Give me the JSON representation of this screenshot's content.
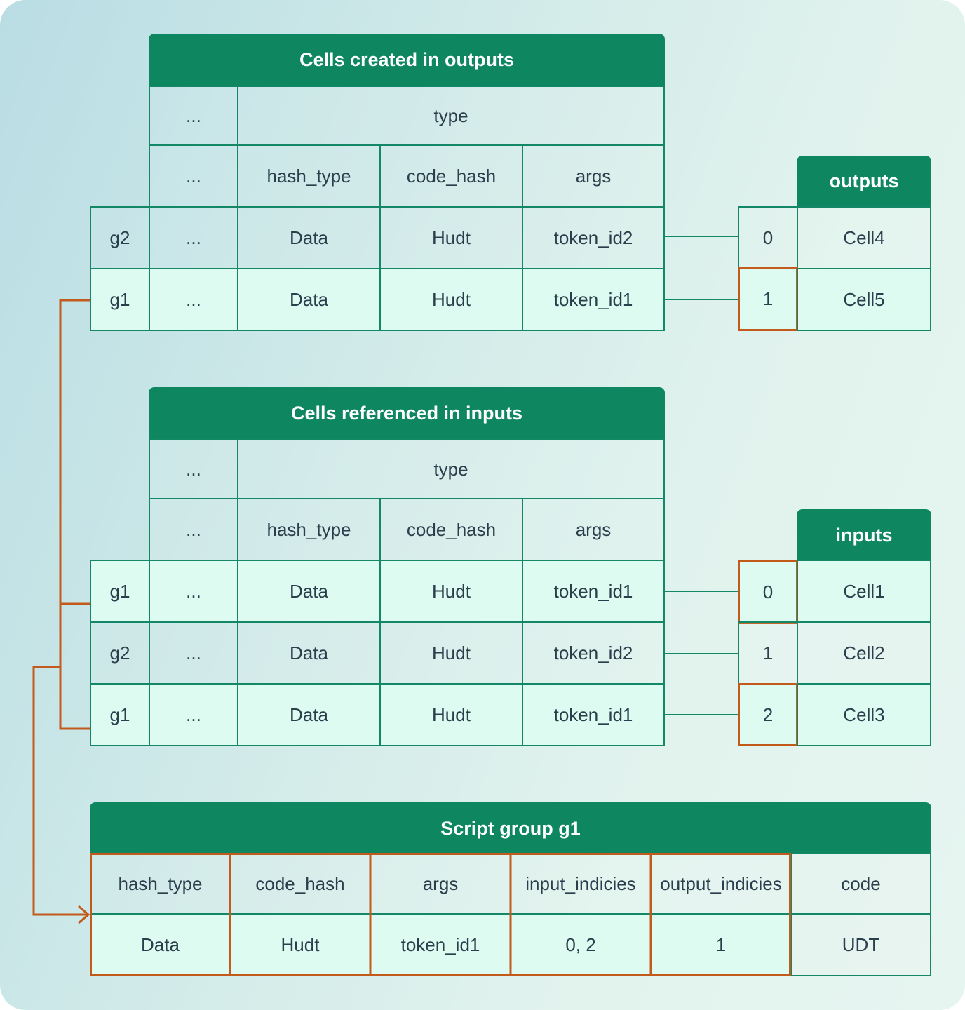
{
  "outputs_table": {
    "title": "Cells created in outputs",
    "col_dots": "...",
    "col_type": "type",
    "sub_cols": [
      "...",
      "hash_type",
      "code_hash",
      "args"
    ],
    "rows": [
      {
        "group": "g2",
        "dots": "...",
        "hash_type": "Data",
        "code_hash": "Hudt",
        "args": "token_id2"
      },
      {
        "group": "g1",
        "dots": "...",
        "hash_type": "Data",
        "code_hash": "Hudt",
        "args": "token_id1"
      }
    ]
  },
  "outputs_list": {
    "title": "outputs",
    "items": [
      {
        "index": "0",
        "cell": "Cell4"
      },
      {
        "index": "1",
        "cell": "Cell5"
      }
    ]
  },
  "inputs_table": {
    "title": "Cells referenced in inputs",
    "col_dots": "...",
    "col_type": "type",
    "sub_cols": [
      "...",
      "hash_type",
      "code_hash",
      "args"
    ],
    "rows": [
      {
        "group": "g1",
        "dots": "...",
        "hash_type": "Data",
        "code_hash": "Hudt",
        "args": "token_id1"
      },
      {
        "group": "g2",
        "dots": "...",
        "hash_type": "Data",
        "code_hash": "Hudt",
        "args": "token_id2"
      },
      {
        "group": "g1",
        "dots": "...",
        "hash_type": "Data",
        "code_hash": "Hudt",
        "args": "token_id1"
      }
    ]
  },
  "inputs_list": {
    "title": "inputs",
    "items": [
      {
        "index": "0",
        "cell": "Cell1"
      },
      {
        "index": "1",
        "cell": "Cell2"
      },
      {
        "index": "2",
        "cell": "Cell3"
      }
    ]
  },
  "script_group": {
    "title": "Script group g1",
    "headers": [
      "hash_type",
      "code_hash",
      "args",
      "input_indicies",
      "output_indicies",
      "code"
    ],
    "values": [
      "Data",
      "Hudt",
      "token_id1",
      "0, 2",
      "1",
      "UDT"
    ]
  },
  "colors": {
    "header_green": "#0e8760",
    "border_green": "#148866",
    "highlight_orange": "#c25a1c",
    "row_mint": "#ddfbf1"
  }
}
